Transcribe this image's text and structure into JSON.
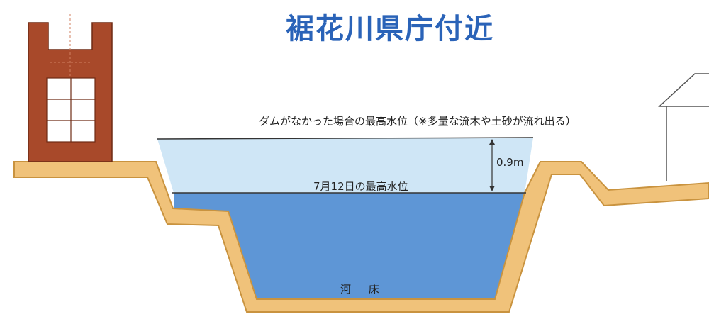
{
  "title": "裾花川県庁付近",
  "labels": {
    "no_dam_level": "ダムがなかった場合の最高水位（※多量な流木や土砂が流れ出る）",
    "level_difference": "0.9m",
    "july12_level": "7月12日の最高水位",
    "riverbed": "河 床"
  },
  "colors": {
    "title": "#2a63b8",
    "bank": "#f0c27a",
    "bank_outline": "#c9933f",
    "water_actual": "#5e96d6",
    "water_hypothetical": "#cfe6f6",
    "building_brick": "#a8492a"
  },
  "icons": {
    "building": "prefectural-office-building-icon",
    "house": "house-outline-icon"
  }
}
